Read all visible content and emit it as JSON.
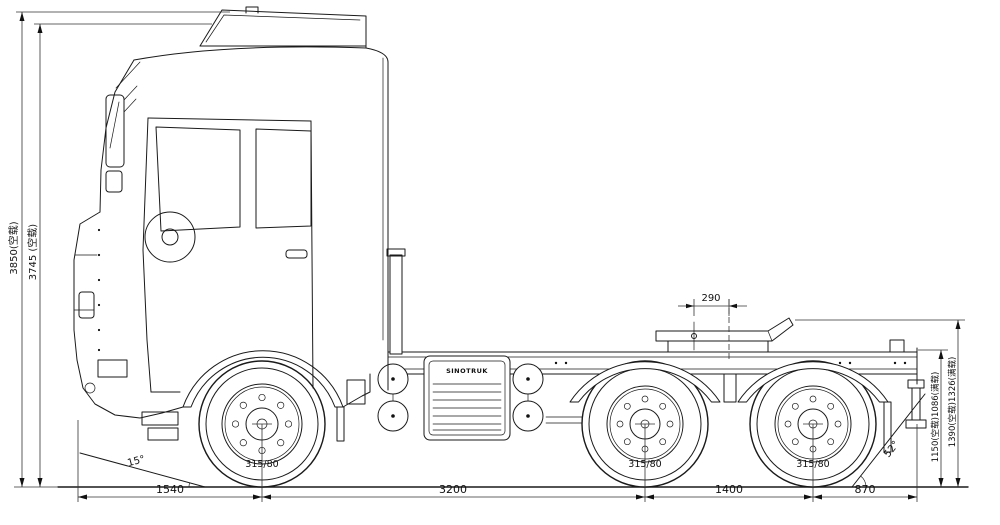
{
  "drawing": {
    "brand_label": "SINOTRUK",
    "dimensions": {
      "overall_height_outer": "3850(空载)",
      "overall_height_inner": "3745 (空载)",
      "fifth_wheel_offset": "290",
      "frame_height": "1150(空载)1086(满载)",
      "saddle_height": "1390(空载)1326(满载)",
      "front_overhang": "1540",
      "wheelbase": "3200",
      "rear_axle_spacing": "1400",
      "rear_overhang": "870",
      "approach_angle": "15°",
      "departure_angle": "52°",
      "tire_front": "315/80",
      "tire_rear_first": "315/80",
      "tire_rear_second": "315/80"
    }
  }
}
